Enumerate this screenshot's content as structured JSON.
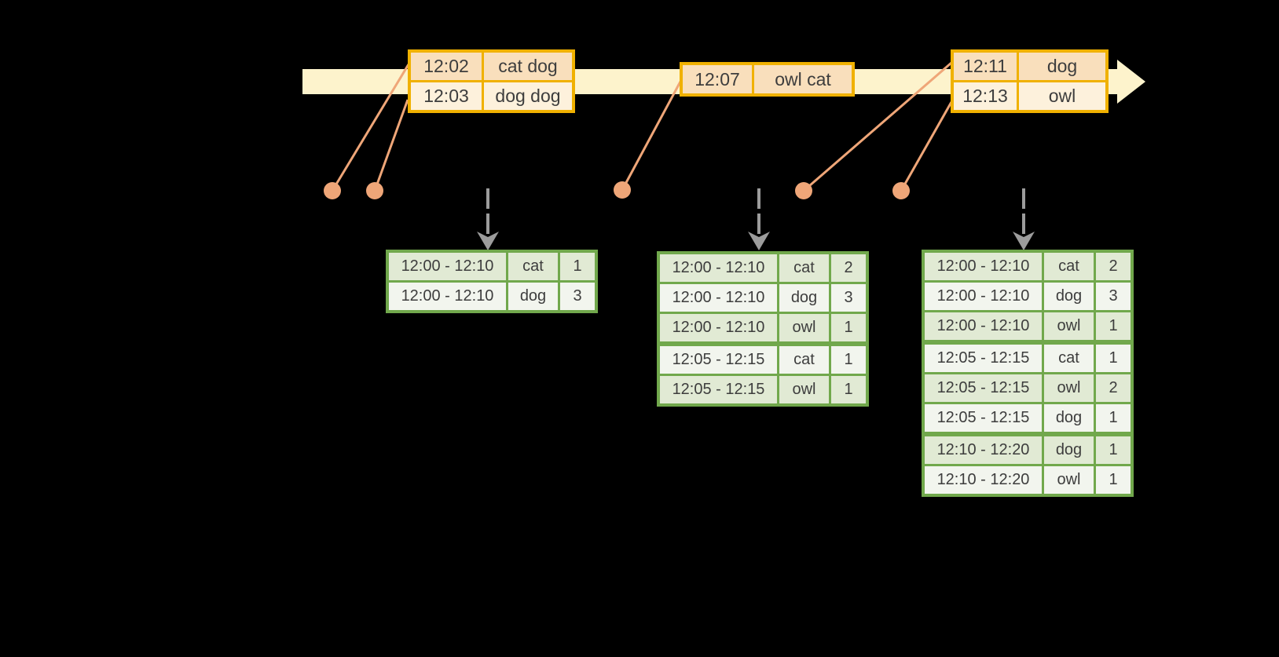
{
  "palette": {
    "bg": "#000000",
    "timeline_fill": "#fdf3cc",
    "event_border": "#f0b100",
    "event_row1_fill": "#f9dfbc",
    "event_row2_fill": "#fdf1dc",
    "marker": "#efa678",
    "trigger_gray": "#9c9c9c",
    "result_border": "#71a84c",
    "result_row_dark": "#e1ead4",
    "result_row_light": "#f2f5ee",
    "text": "#3d3d3d"
  },
  "timeline": {
    "event_tables": [
      {
        "rows": [
          {
            "time": "12:02",
            "words": "cat dog"
          },
          {
            "time": "12:03",
            "words": "dog dog"
          }
        ]
      },
      {
        "rows": [
          {
            "time": "12:07",
            "words": "owl cat"
          }
        ]
      },
      {
        "rows": [
          {
            "time": "12:11",
            "words": "dog"
          },
          {
            "time": "12:13",
            "words": "owl"
          }
        ]
      }
    ],
    "event_marker_count": 5,
    "trigger_arrow_count": 3
  },
  "result_tables": [
    {
      "rows": [
        {
          "window": "12:00 - 12:10",
          "word": "cat",
          "count": "1"
        },
        {
          "window": "12:00 - 12:10",
          "word": "dog",
          "count": "3"
        }
      ]
    },
    {
      "rows": [
        {
          "window": "12:00 - 12:10",
          "word": "cat",
          "count": "2"
        },
        {
          "window": "12:00 - 12:10",
          "word": "dog",
          "count": "3"
        },
        {
          "window": "12:00 - 12:10",
          "word": "owl",
          "count": "1"
        },
        {
          "window": "12:05 - 12:15",
          "word": "cat",
          "count": "1"
        },
        {
          "window": "12:05 - 12:15",
          "word": "owl",
          "count": "1"
        }
      ]
    },
    {
      "rows": [
        {
          "window": "12:00 - 12:10",
          "word": "cat",
          "count": "2"
        },
        {
          "window": "12:00 - 12:10",
          "word": "dog",
          "count": "3"
        },
        {
          "window": "12:00 - 12:10",
          "word": "owl",
          "count": "1"
        },
        {
          "window": "12:05 - 12:15",
          "word": "cat",
          "count": "1"
        },
        {
          "window": "12:05 - 12:15",
          "word": "owl",
          "count": "2"
        },
        {
          "window": "12:05 - 12:15",
          "word": "dog",
          "count": "1"
        },
        {
          "window": "12:10 - 12:20",
          "word": "dog",
          "count": "1"
        },
        {
          "window": "12:10 - 12:20",
          "word": "owl",
          "count": "1"
        }
      ]
    }
  ]
}
